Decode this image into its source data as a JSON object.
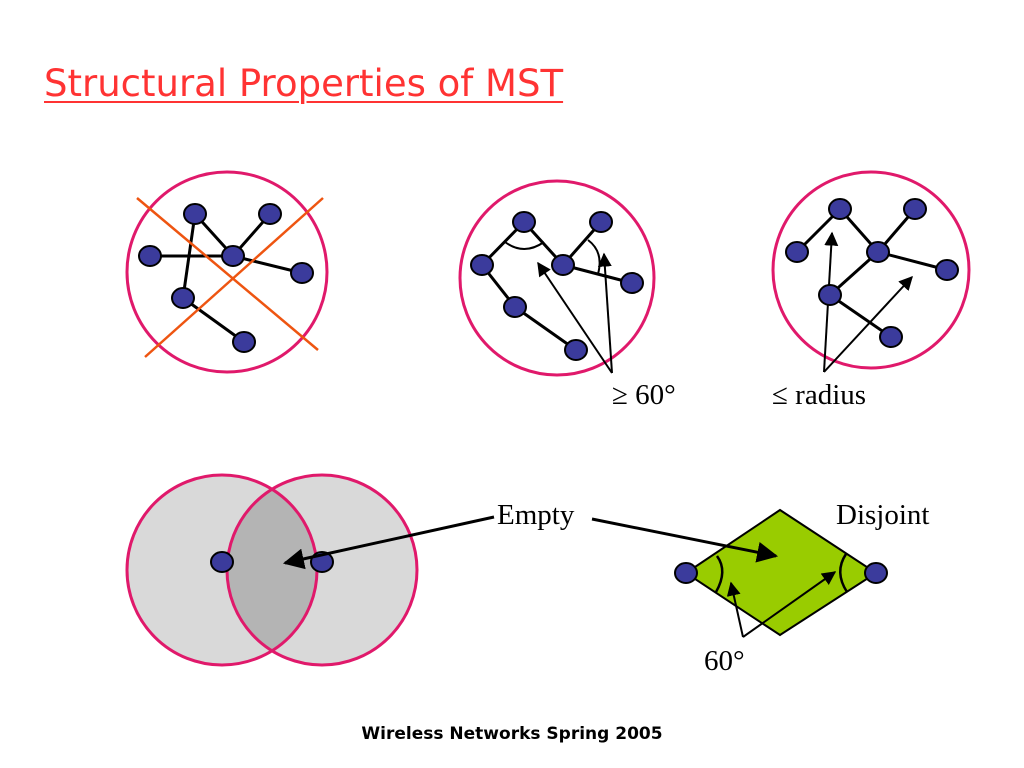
{
  "slide": {
    "title": "Structural Properties of MST",
    "footer": "Wireless Networks Spring 2005"
  },
  "diagram": {
    "labels": {
      "angle_ge": "≥ 60°",
      "radius_le": "≤ radius",
      "empty": "Empty",
      "disjoint": "Disjoint",
      "angle_60": "60°"
    },
    "colors": {
      "circle_stroke": "#e0196b",
      "node_fill": "#3b3b9c",
      "cross": "#ee5511",
      "lens_fill": "#b4b4b4",
      "disk_fill": "#d9d9d9",
      "rhombus_fill": "#99cc00"
    }
  }
}
